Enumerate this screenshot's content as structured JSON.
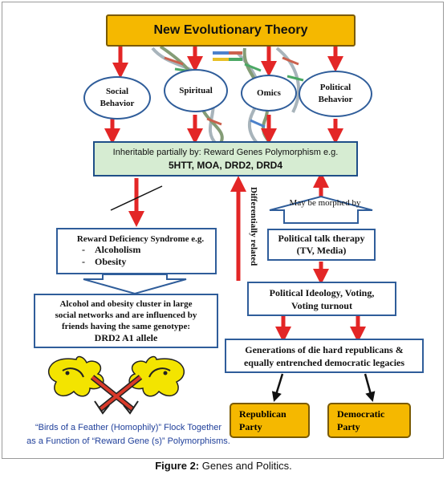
{
  "title": "New Evolutionary Theory",
  "factors": [
    {
      "line1": "Social",
      "line2": "Behavior"
    },
    {
      "line1": "Spiritual",
      "line2": ""
    },
    {
      "line1": "Omics",
      "line2": ""
    },
    {
      "line1": "Political",
      "line2": "Behavior"
    }
  ],
  "inheritable": {
    "line1": "Inheritable partially by: Reward Genes Polymorphism e.g.",
    "line2": "5HTT, MOA, DRD2, DRD4"
  },
  "rds": {
    "title": "Reward Deficiency Syndrome e.g.",
    "items": [
      "Alcoholism",
      "Obesity"
    ],
    "bullet": "-"
  },
  "cluster": {
    "line1": "Alcohol and obesity cluster in large",
    "line2": "social networks and are influenced by",
    "line3": "friends having the same genotype:",
    "gene": "DRD2 A1 allele"
  },
  "morphed": "May be morphed by",
  "differential": "Differentially related",
  "talk": {
    "line1": "Political talk therapy",
    "line2": "(TV, Media)"
  },
  "ideology": {
    "line1": "Political Ideology, Voting,",
    "line2": "Voting turnout"
  },
  "generations": {
    "line1": "Generations of die hard republicans &",
    "line2": "equally entrenched democratic legacies"
  },
  "parties": [
    {
      "line1": "Republican",
      "line2": "Party"
    },
    {
      "line1": "Democratic",
      "line2": "Party"
    }
  ],
  "birds": {
    "line1": "“Birds of a Feather (Homophily)” Flock Together",
    "line2": "as a Function of “Reward Gene (s)” Polymorphisms."
  },
  "caption": {
    "label": "Figure 2:",
    "text": " Genes and Politics."
  },
  "colors": {
    "gold": "#f5b800",
    "red_arrow": "#e32626",
    "blue_border": "#2f5d9a",
    "green_fill": "#d6ecd2",
    "bird_yellow": "#f3e400",
    "bird_red": "#d93a2a"
  }
}
